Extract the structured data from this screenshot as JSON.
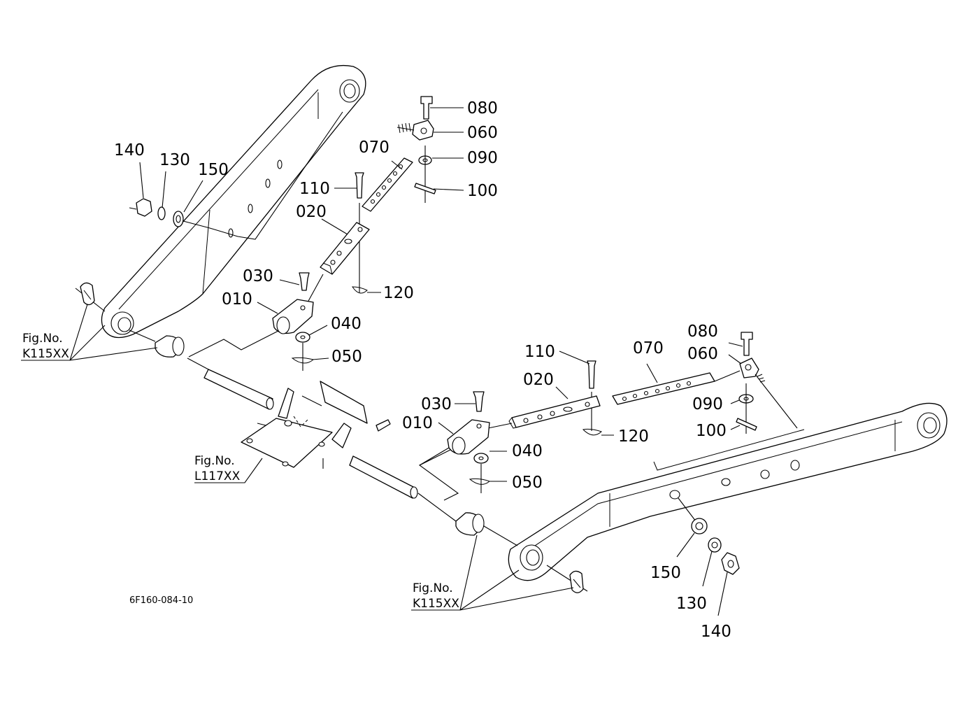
{
  "drawing_code": "6F160-084-10",
  "fig_refs": {
    "left_arm": [
      "Fig.No.",
      "K115XX"
    ],
    "center_bracket": [
      "Fig.No.",
      "L117XX"
    ],
    "right_arm": [
      "Fig.No.",
      "K115XX"
    ]
  },
  "callouts_left": {
    "p080": "080",
    "p060": "060",
    "p070": "070",
    "p090": "090",
    "p100": "100",
    "p110": "110",
    "p020": "020",
    "p030": "030",
    "p010": "010",
    "p040": "040",
    "p050": "050",
    "p120": "120",
    "p140": "140",
    "p130": "130",
    "p150": "150"
  },
  "callouts_right": {
    "p080": "080",
    "p060": "060",
    "p070": "070",
    "p090": "090",
    "p100": "100",
    "p110": "110",
    "p020": "020",
    "p030": "030",
    "p010": "010",
    "p040": "040",
    "p050": "050",
    "p120": "120",
    "p150": "150",
    "p130": "130",
    "p140": "140"
  }
}
